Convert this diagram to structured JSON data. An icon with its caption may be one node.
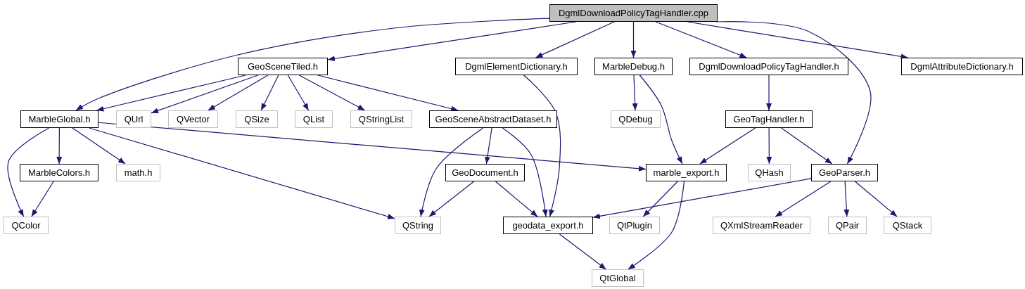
{
  "diagram": {
    "nodes": [
      {
        "text": [
          "DgmlDownloadPolicyTagHandler.cpp"
        ]
      },
      {
        "text": [
          "GeoSceneTiled.h"
        ]
      },
      {
        "text": [
          "DgmlElementDictionary.h"
        ]
      },
      {
        "text": [
          "MarbleDebug.h"
        ]
      },
      {
        "text": [
          "DgmlDownloadPolicyTagHandler.h"
        ]
      },
      {
        "text": [
          "DgmlAttributeDictionary.h"
        ]
      },
      {
        "text": [
          "MarbleGlobal.h"
        ]
      },
      {
        "text": [
          "QUrl"
        ]
      },
      {
        "text": [
          "QVector"
        ]
      },
      {
        "text": [
          "QSize"
        ]
      },
      {
        "text": [
          "QList"
        ]
      },
      {
        "text": [
          "QStringList"
        ]
      },
      {
        "text": [
          "GeoSceneAbstractDataset.h"
        ]
      },
      {
        "text": [
          "QDebug"
        ]
      },
      {
        "text": [
          "GeoTagHandler.h"
        ]
      },
      {
        "text": [
          "MarbleColors.h"
        ]
      },
      {
        "text": [
          "math.h"
        ]
      },
      {
        "text": [
          "GeoDocument.h"
        ]
      },
      {
        "text": [
          "marble_export.h"
        ]
      },
      {
        "text": [
          "QHash"
        ]
      },
      {
        "text": [
          "GeoParser.h"
        ]
      },
      {
        "text": [
          "QColor"
        ]
      },
      {
        "text": [
          "QString"
        ]
      },
      {
        "text": [
          "geodata_export.h"
        ]
      },
      {
        "text": [
          "QtPlugin"
        ]
      },
      {
        "text": [
          "QXmlStreamReader"
        ]
      },
      {
        "text": [
          "QPair"
        ]
      },
      {
        "text": [
          "QStack"
        ]
      },
      {
        "text": [
          "QtGlobal"
        ]
      }
    ],
    "edges": [
      {
        "from": 0,
        "to": 6,
        "arrow": "to"
      },
      {
        "from": 0,
        "to": 1,
        "arrow": "to"
      },
      {
        "from": 0,
        "to": 2,
        "arrow": "to"
      },
      {
        "from": 0,
        "to": 3,
        "arrow": "to"
      },
      {
        "from": 0,
        "to": 4,
        "arrow": "to"
      },
      {
        "from": 0,
        "to": 5,
        "arrow": "to"
      },
      {
        "from": 0,
        "to": 20,
        "arrow": "to"
      },
      {
        "from": 1,
        "to": 6,
        "arrow": "to"
      },
      {
        "from": 1,
        "to": 7,
        "arrow": "to"
      },
      {
        "from": 1,
        "to": 8,
        "arrow": "to"
      },
      {
        "from": 1,
        "to": 9,
        "arrow": "to"
      },
      {
        "from": 1,
        "to": 10,
        "arrow": "to"
      },
      {
        "from": 1,
        "to": 11,
        "arrow": "to"
      },
      {
        "from": 1,
        "to": 12,
        "arrow": "to"
      },
      {
        "from": 2,
        "to": 23,
        "arrow": "to"
      },
      {
        "from": 3,
        "to": 13,
        "arrow": "to"
      },
      {
        "from": 3,
        "to": 18,
        "arrow": "to"
      },
      {
        "from": 4,
        "to": 14,
        "arrow": "to"
      },
      {
        "from": 6,
        "to": 21,
        "arrow": "to"
      },
      {
        "from": 6,
        "to": 15,
        "arrow": "to"
      },
      {
        "from": 6,
        "to": 16,
        "arrow": "to"
      },
      {
        "from": 6,
        "to": 22,
        "arrow": "to"
      },
      {
        "from": 6,
        "to": 18,
        "arrow": "to"
      },
      {
        "from": 12,
        "to": 22,
        "arrow": "to"
      },
      {
        "from": 12,
        "to": 17,
        "arrow": "to"
      },
      {
        "from": 12,
        "to": 23,
        "arrow": "to"
      },
      {
        "from": 14,
        "to": 18,
        "arrow": "to"
      },
      {
        "from": 14,
        "to": 19,
        "arrow": "to"
      },
      {
        "from": 14,
        "to": 20,
        "arrow": "to"
      },
      {
        "from": 15,
        "to": 21,
        "arrow": "to"
      },
      {
        "from": 17,
        "to": 22,
        "arrow": "to"
      },
      {
        "from": 17,
        "to": 23,
        "arrow": "to"
      },
      {
        "from": 18,
        "to": 24,
        "arrow": "to"
      },
      {
        "from": 18,
        "to": 28,
        "arrow": "to"
      },
      {
        "from": 20,
        "to": 23,
        "arrow": "to"
      },
      {
        "from": 20,
        "to": 25,
        "arrow": "to"
      },
      {
        "from": 20,
        "to": 26,
        "arrow": "to"
      },
      {
        "from": 20,
        "to": 27,
        "arrow": "to"
      },
      {
        "from": 23,
        "to": 28,
        "arrow": "to"
      }
    ]
  }
}
